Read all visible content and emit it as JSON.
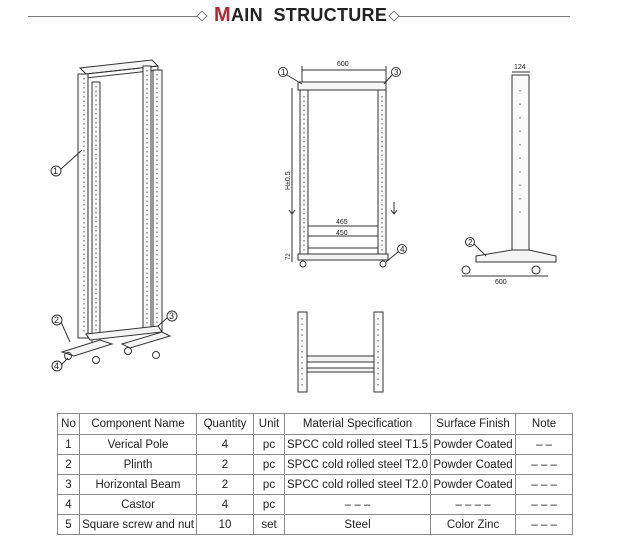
{
  "header": {
    "title_accent": "M",
    "title_rest": "AIN  STRUCTURE"
  },
  "drawing": {
    "callouts": [
      "1",
      "2",
      "3",
      "4"
    ],
    "dims": {
      "width_top": "600",
      "height": "H±0.5",
      "inner1": "465",
      "inner2": "450",
      "plinth_h": "72",
      "side_top": "124",
      "side_base": "600"
    }
  },
  "table": {
    "headers": [
      "No",
      "Component Name",
      "Quantity",
      "Unit",
      "Material Specification",
      "Surface Finish",
      "Note"
    ],
    "rows": [
      [
        "1",
        "Verical Pole",
        "4",
        "pc",
        "SPCC cold rolled steel T1.5",
        "Powder Coated",
        "– –"
      ],
      [
        "2",
        "Plinth",
        "2",
        "pc",
        "SPCC cold rolled steel T2.0",
        "Powder Coated",
        "– – –"
      ],
      [
        "3",
        "Horizontal Beam",
        "2",
        "pc",
        "SPCC cold rolled steel T2.0",
        "Powder Coated",
        "– – –"
      ],
      [
        "4",
        "Castor",
        "4",
        "pc",
        "– – –",
        "– – – –",
        "– – –"
      ],
      [
        "5",
        "Square screw and nut",
        "10",
        "set",
        "Steel",
        "Color Zinc",
        "– – –"
      ]
    ]
  }
}
